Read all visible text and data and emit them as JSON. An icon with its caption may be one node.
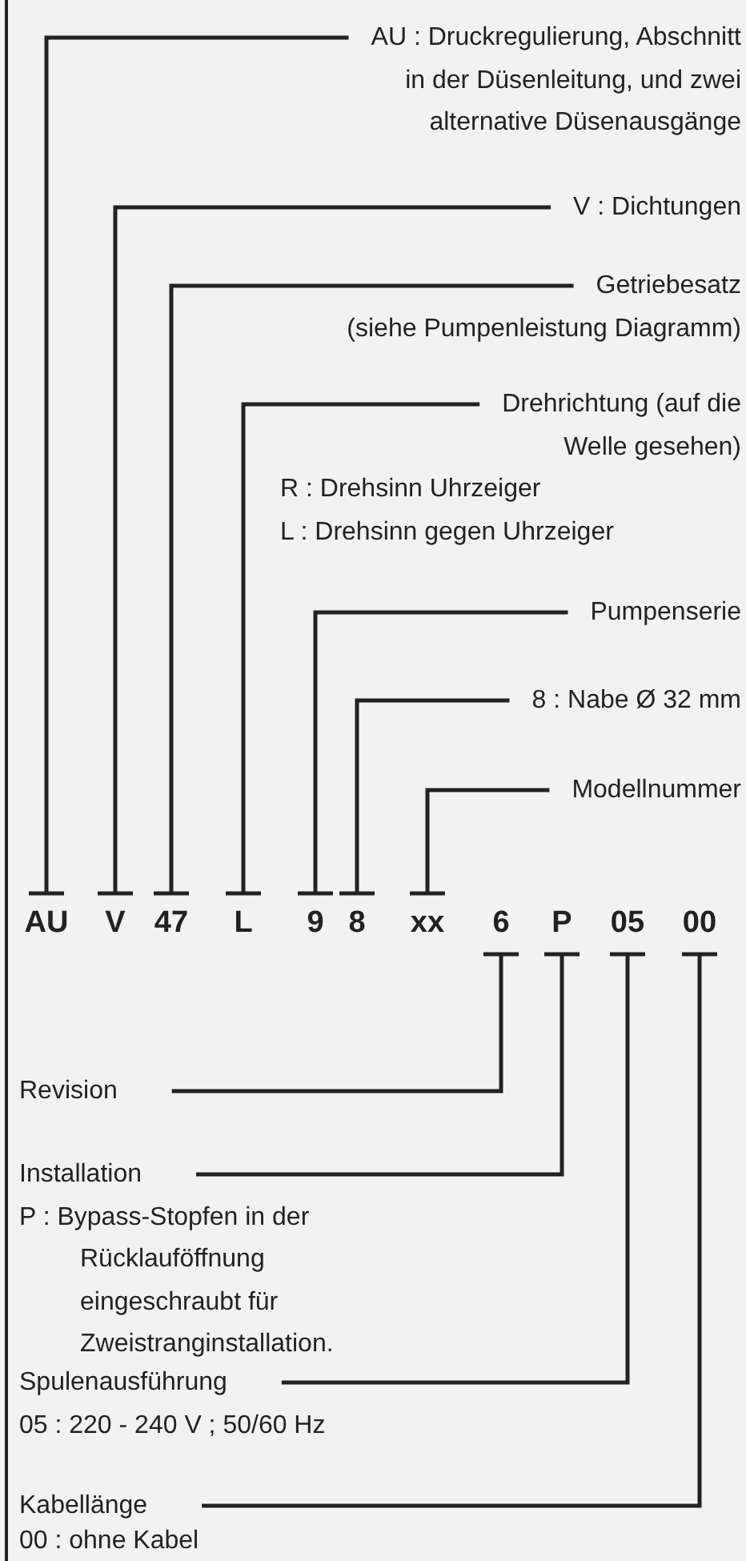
{
  "diagram": {
    "nodes": [
      {
        "text": [
          "AU : Druckregulierung, Abschnitt in der Düsenleitung, und zwei alternative Düsenausgänge"
        ]
      },
      {
        "text": [
          "V : Dichtungen"
        ]
      },
      {
        "text": [
          "Getriebesatz",
          "(siehe Pumpenleistung Diagramm)"
        ]
      },
      {
        "text": [
          "Drehrichtung (auf die Welle gesehen)",
          "R : Drehsinn Uhrzeiger",
          "L : Drehsinn gegen Uhrzeiger"
        ]
      },
      {
        "text": [
          "Pumpenserie"
        ]
      },
      {
        "text": [
          "8 : Nabe Ø 32 mm"
        ]
      },
      {
        "text": [
          "Modellnummer"
        ]
      },
      {
        "text": [
          "AU"
        ]
      },
      {
        "text": [
          "V"
        ]
      },
      {
        "text": [
          "47"
        ]
      },
      {
        "text": [
          "L"
        ]
      },
      {
        "text": [
          "9"
        ]
      },
      {
        "text": [
          "8"
        ]
      },
      {
        "text": [
          "xx"
        ]
      },
      {
        "text": [
          "6"
        ]
      },
      {
        "text": [
          "P"
        ]
      },
      {
        "text": [
          "05"
        ]
      },
      {
        "text": [
          "00"
        ]
      },
      {
        "text": [
          "Revision"
        ]
      },
      {
        "text": [
          "Installation",
          "P : Bypass-Stopfen in der Rücklauföffnung eingeschraubt für Zweistranginstallation."
        ]
      },
      {
        "text": [
          "Spulenausführung",
          "05 : 220 - 240 V ; 50/60 Hz"
        ]
      },
      {
        "text": [
          "Kabellänge",
          "00 : ohne Kabel"
        ]
      }
    ],
    "edges": [
      {
        "from": 0,
        "to": 7,
        "arrow": "other"
      },
      {
        "from": 1,
        "to": 8,
        "arrow": "other"
      },
      {
        "from": 2,
        "to": 9,
        "arrow": "other"
      },
      {
        "from": 3,
        "to": 10,
        "arrow": "other"
      },
      {
        "from": 4,
        "to": 11,
        "arrow": "other"
      },
      {
        "from": 5,
        "to": 12,
        "arrow": "other"
      },
      {
        "from": 6,
        "to": 13,
        "arrow": "other"
      },
      {
        "from": 18,
        "to": 14,
        "arrow": "other"
      },
      {
        "from": 19,
        "to": 15,
        "arrow": "other"
      },
      {
        "from": 20,
        "to": 16,
        "arrow": "other"
      },
      {
        "from": 21,
        "to": 17,
        "arrow": "other"
      }
    ]
  }
}
